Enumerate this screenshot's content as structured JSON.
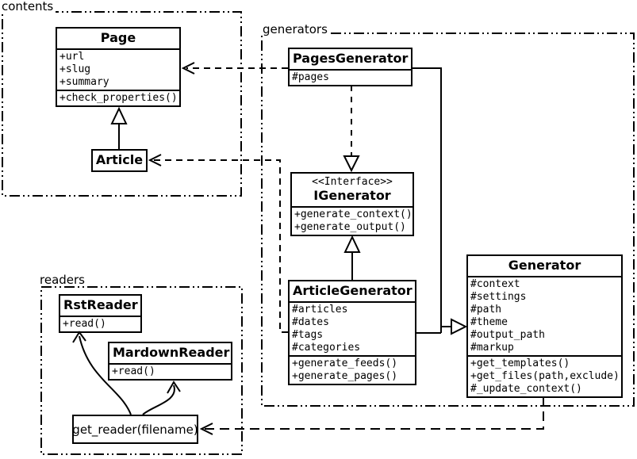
{
  "packages": {
    "contents": {
      "label": "contents"
    },
    "generators": {
      "label": "generators"
    },
    "readers": {
      "label": "readers"
    }
  },
  "classes": {
    "page": {
      "name": "Page",
      "attributes": [
        "+url",
        "+slug",
        "+summary"
      ],
      "methods": [
        "+check_properties()"
      ]
    },
    "article": {
      "name": "Article",
      "attributes": [],
      "methods": []
    },
    "pages_generator": {
      "name": "PagesGenerator",
      "attributes": [
        "#pages"
      ],
      "methods": []
    },
    "igenerator": {
      "stereotype": "<<Interface>>",
      "name": "IGenerator",
      "attributes": [],
      "methods": [
        "+generate_context()",
        "+generate_output()"
      ]
    },
    "article_generator": {
      "name": "ArticleGenerator",
      "attributes": [
        "#articles",
        "#dates",
        "#tags",
        "#categories"
      ],
      "methods": [
        "+generate_feeds()",
        "+generate_pages()"
      ]
    },
    "generator": {
      "name": "Generator",
      "attributes": [
        "#context",
        "#settings",
        "#path",
        "#theme",
        "#output_path",
        "#markup"
      ],
      "methods": [
        "+get_templates()",
        "+get_files(path,exclude)",
        "#_update_context()"
      ]
    },
    "rst_reader": {
      "name": "RstReader",
      "attributes": [],
      "methods": [
        "+read()"
      ]
    },
    "mardown_reader": {
      "name": "MardownReader",
      "attributes": [],
      "methods": [
        "+read()"
      ]
    }
  },
  "function_node": {
    "label": "get_reader(filename)"
  },
  "relations": [
    {
      "from": "Article",
      "to": "Page",
      "type": "inheritance"
    },
    {
      "from": "PagesGenerator",
      "to": "Page",
      "type": "dependency"
    },
    {
      "from": "PagesGenerator",
      "to": "IGenerator",
      "type": "realization"
    },
    {
      "from": "ArticleGenerator",
      "to": "IGenerator",
      "type": "inheritance"
    },
    {
      "from": "ArticleGenerator",
      "to": "Article",
      "type": "dependency"
    },
    {
      "from": "PagesGenerator",
      "to": "Generator",
      "type": "inheritance"
    },
    {
      "from": "ArticleGenerator",
      "to": "Generator",
      "type": "inheritance"
    },
    {
      "from": "Generator",
      "to": "get_reader(filename)",
      "type": "dependency"
    },
    {
      "from": "get_reader(filename)",
      "to": "RstReader",
      "type": "arrow"
    },
    {
      "from": "get_reader(filename)",
      "to": "MardownReader",
      "type": "arrow"
    }
  ],
  "colors": {
    "line": "#000000",
    "background": "#ffffff",
    "box_fill": "#ffffff"
  }
}
